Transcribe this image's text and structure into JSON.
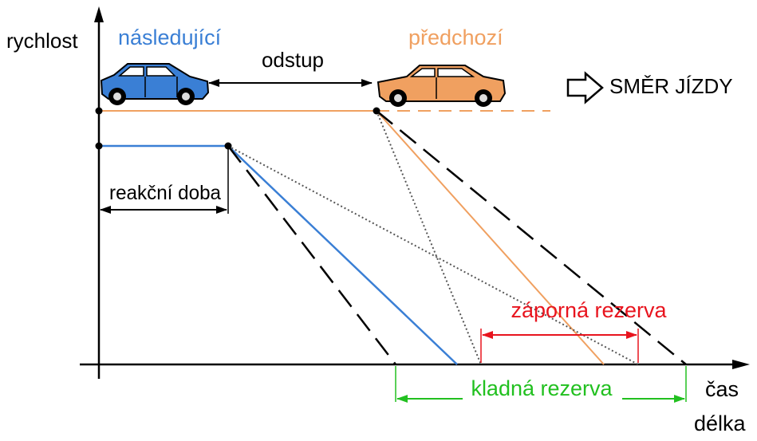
{
  "labels": {
    "y_axis": "rychlost",
    "follower": "následující",
    "leader": "předchozí",
    "gap": "odstup",
    "direction": "SMĚR JÍZDY",
    "reaction_time": "reakční doba",
    "negative_reserve": "záporná rezerva",
    "positive_reserve": "kladná rezerva",
    "x_axis_time": "čas",
    "x_axis_length": "délka"
  },
  "colors": {
    "follower": "#3a7fd5",
    "leader": "#f0a060",
    "negative": "#e8141e",
    "positive": "#22c020",
    "axis": "#000000"
  },
  "icons": {
    "follower_car": "hatchback-car-icon",
    "leader_car": "sedan-car-icon",
    "direction": "hollow-arrow-right-icon"
  }
}
